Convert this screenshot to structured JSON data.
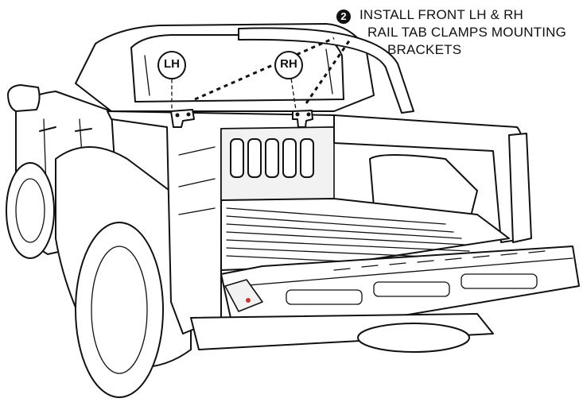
{
  "callout": {
    "step_number": "2",
    "line1": "INSTALL FRONT LH & RH",
    "line2": "RAIL TAB CLAMPS MOUNTING",
    "line3": "BRACKETS"
  },
  "labels": {
    "left": "LH",
    "right": "RH"
  }
}
